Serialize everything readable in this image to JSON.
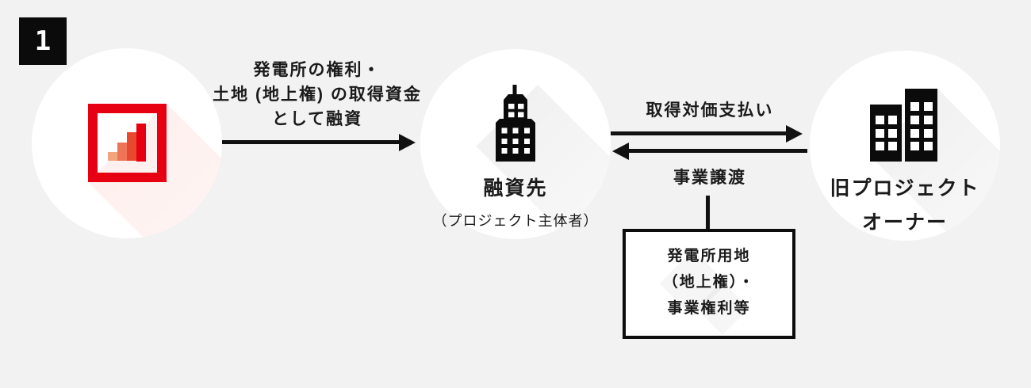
{
  "diagram": {
    "step_badge": "1",
    "nodes": {
      "lender": {
        "icon": "bar-chart-logo"
      },
      "borrower": {
        "title": "融資先",
        "subtitle": "（プロジェクト主体者）",
        "icon": "office-building-icon"
      },
      "old_owner": {
        "title_line1": "旧プロジェクト",
        "title_line2": "オーナー",
        "icon": "two-buildings-icon"
      }
    },
    "flows": {
      "loan": {
        "direction": "right",
        "label_line1": "発電所の権利・",
        "label_line2": "土地 (地上権) の取得資金",
        "label_line3": "として融資"
      },
      "payment": {
        "direction": "right",
        "label": "取得対価支払い"
      },
      "transfer": {
        "direction": "left",
        "label": "事業譲渡"
      }
    },
    "asset_box": {
      "line1": "発電所用地",
      "line2": "（地上権）・",
      "line3": "事業権利等"
    },
    "colors": {
      "background": "#f2f2f2",
      "ink": "#111111",
      "brand_red": "#e60012",
      "logo_bar_colors": [
        "#f2a57d",
        "#ed7456",
        "#e6492f",
        "#e60012"
      ]
    }
  }
}
